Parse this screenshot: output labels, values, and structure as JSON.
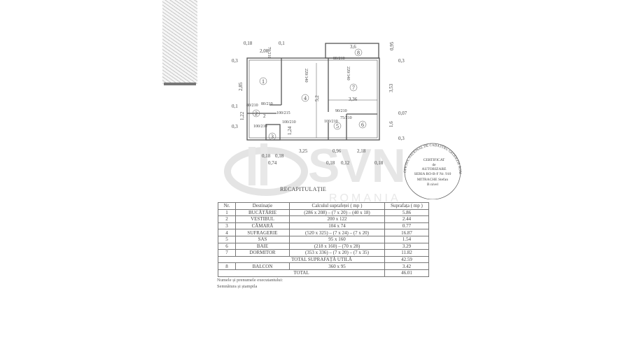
{
  "document": {
    "plan": {
      "rooms": [
        "1",
        "2",
        "3",
        "4",
        "5",
        "6",
        "7",
        "8"
      ],
      "dimensions_top": [
        "0,18",
        "2,08",
        "0,1",
        "3,6",
        "0,95"
      ],
      "dimensions_left": [
        "0,3",
        "2,85",
        "0,1",
        "1,22",
        "0,3"
      ],
      "dimensions_right": [
        "0,3",
        "3,53",
        "0,07",
        "1,6",
        "0,3"
      ],
      "dimensions_bottom": [
        "0,18",
        "0,18",
        "0,74",
        "3,25",
        "0,96",
        "2,18",
        "0,18",
        "0,12",
        "0,18"
      ],
      "inner_dimensions": [
        "5,2",
        "3,36",
        "2",
        "1,24"
      ],
      "door_labels": [
        "100/210",
        "80/210",
        "220/140",
        "80/210",
        "220/140",
        "80/210",
        "100/215",
        "100/210",
        "75/210",
        "100/210",
        "90/210",
        "70/210"
      ]
    },
    "stamp": {
      "ring_text": "OFICIUL NATIONAL DE CADASTRU GEODEZIE ROMANIA",
      "lines": [
        "CERTIFICAT",
        "de",
        "AUTORIZARE",
        "SERIA RO-B-F Nr. 910",
        "MITRACHE Stefan",
        "B nivel"
      ]
    },
    "watermark": {
      "text": "SVN",
      "subtext": "ROMANIA"
    },
    "recap_title": "RECAPITULAȚIE",
    "table": {
      "headers": [
        "Nr.",
        "Destinație",
        "Calculul suprafeței ( mp )",
        "Suprafața ( mp )"
      ],
      "rows": [
        [
          "1",
          "BUCĂTĂRIE",
          "(286 x 208) – (7 x 20) – (40 x 18)",
          "5.86"
        ],
        [
          "2",
          "VESTIBUL",
          "200 x 122",
          "2.44"
        ],
        [
          "3",
          "CĂMARĂ",
          "104 x 74",
          "0.77"
        ],
        [
          "4",
          "SUFRAGERIE",
          "(520 x 325) – (7 x 24) – (7 x 20)",
          "16.87"
        ],
        [
          "5",
          "SAS",
          "95 x 160",
          "1.54"
        ],
        [
          "6",
          "BAIE",
          "(218 x 160) – (70 x 28)",
          "3.29"
        ],
        [
          "7",
          "DORMITOR",
          "(353 x 336) – (7 x 20) – (7 x 35)",
          "11.82"
        ]
      ],
      "total_useful_label": "TOTAL SUPRAFAȚĂ UTILĂ",
      "total_useful_value": "42.59",
      "balcony_row": [
        "8",
        "BALCON",
        "360 x 95",
        "3.42"
      ],
      "total_label": "TOTAL",
      "total_value": "46.01"
    },
    "footer": [
      "Numele și prenumele executantului:",
      "Semnătura și ștampila"
    ]
  }
}
